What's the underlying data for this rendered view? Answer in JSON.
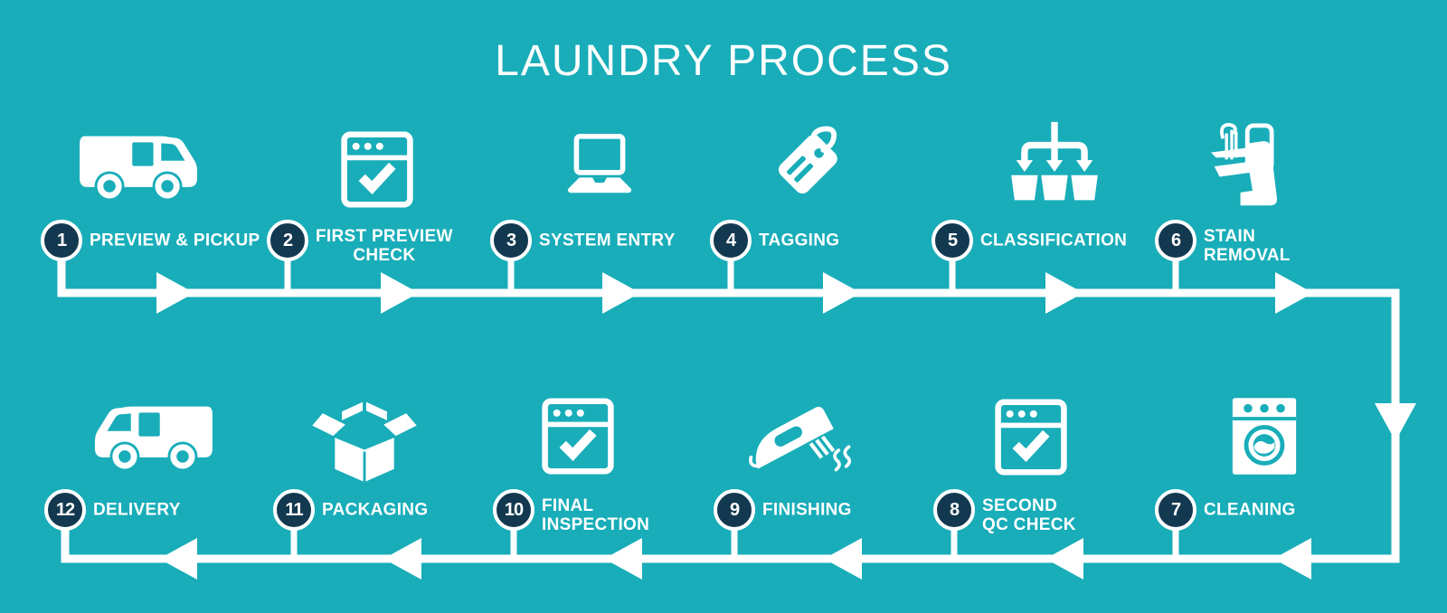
{
  "title": "LAUNDRY PROCESS",
  "colors": {
    "background": "#18adb9",
    "badge": "#133950",
    "foreground": "#ffffff"
  },
  "steps": [
    {
      "number": "1",
      "line1": "PREVIEW & PICKUP",
      "line2": "",
      "icon": "delivery-van-icon"
    },
    {
      "number": "2",
      "line1": "FIRST PREVIEW",
      "line2": "CHECK",
      "icon": "browser-check-icon"
    },
    {
      "number": "3",
      "line1": "SYSTEM ENTRY",
      "line2": "",
      "icon": "laptop-icon"
    },
    {
      "number": "4",
      "line1": "TAGGING",
      "line2": "",
      "icon": "price-tag-icon"
    },
    {
      "number": "5",
      "line1": "CLASSIFICATION",
      "line2": "",
      "icon": "sorting-bins-icon"
    },
    {
      "number": "6",
      "line1": "STAIN",
      "line2": "REMOVAL",
      "icon": "stain-removal-machine-icon"
    },
    {
      "number": "7",
      "line1": "CLEANING",
      "line2": "",
      "icon": "washing-machine-icon"
    },
    {
      "number": "8",
      "line1": "SECOND",
      "line2": "QC CHECK",
      "icon": "browser-check-icon"
    },
    {
      "number": "9",
      "line1": "FINISHING",
      "line2": "",
      "icon": "iron-icon"
    },
    {
      "number": "10",
      "line1": "FINAL",
      "line2": "INSPECTION",
      "icon": "browser-check-icon"
    },
    {
      "number": "11",
      "line1": "PACKAGING",
      "line2": "",
      "icon": "open-box-icon"
    },
    {
      "number": "12",
      "line1": "DELIVERY",
      "line2": "",
      "icon": "delivery-van-icon"
    }
  ]
}
